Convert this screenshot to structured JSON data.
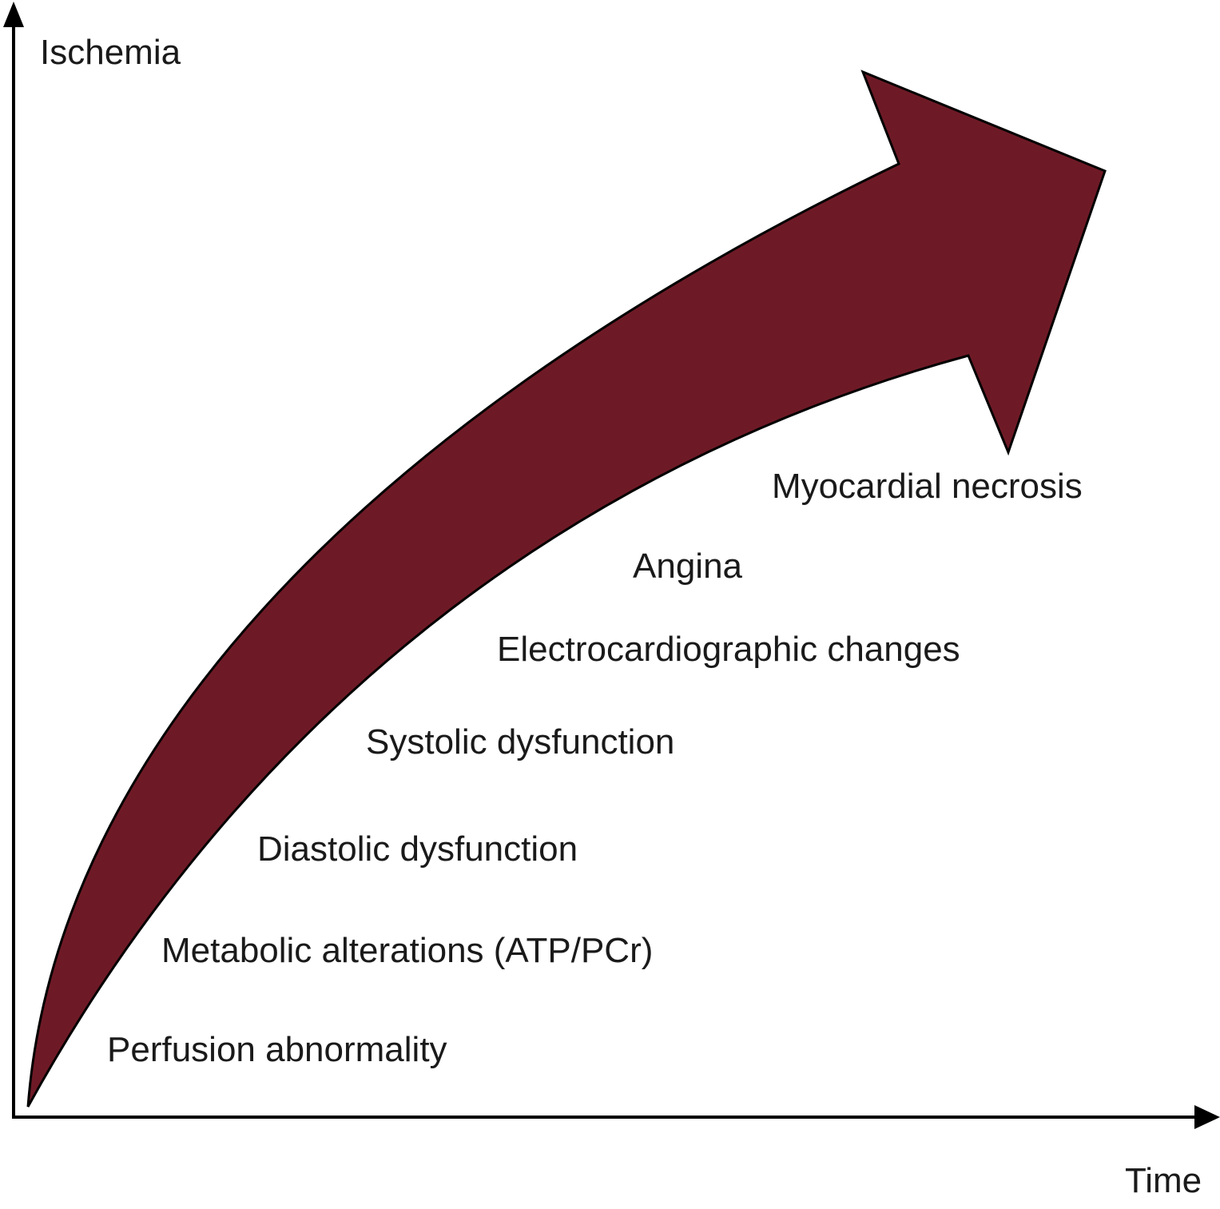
{
  "axes": {
    "y_label": "Ischemia",
    "x_label": "Time"
  },
  "arrow": {
    "fill_color": "#6e1a26",
    "outline_color": "#000000"
  },
  "stages": [
    "Perfusion abnormality",
    "Metabolic alterations (ATP/PCr)",
    "Diastolic dysfunction",
    "Systolic dysfunction",
    "Electrocardiographic changes",
    "Angina",
    "Myocardial necrosis"
  ]
}
